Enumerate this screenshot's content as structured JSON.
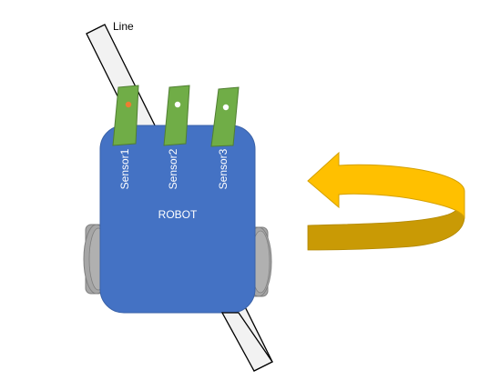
{
  "labels": {
    "line": "Line",
    "robot": "ROBOT",
    "sensors": [
      "Sensor1",
      "Sensor2",
      "Sensor3"
    ]
  },
  "sensor_state": [
    "active",
    "inactive",
    "inactive"
  ],
  "colors": {
    "line_fill": "#f2f2f2",
    "line_stroke": "#000000",
    "robot_body": "#4472c4",
    "robot_body_stroke": "#3a62a8",
    "sensor_fill": "#70ad47",
    "sensor_stroke": "#507e32",
    "sensor_dot_active": "#ed7d31",
    "sensor_dot_inactive": "#ffffff",
    "wheel_fill": "#a6a6a6",
    "wheel_stroke": "#7f7f7f",
    "arrow_front": "#ffc000",
    "arrow_back": "#c99a05"
  },
  "icons": {
    "rotation": "curved-arrow-rotate-icon"
  }
}
